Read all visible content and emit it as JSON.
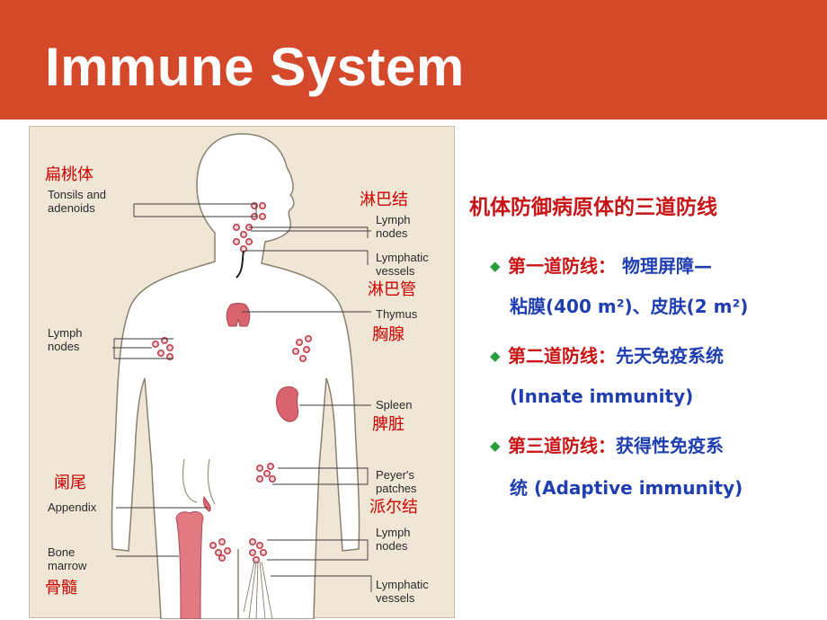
{
  "header": {
    "title": "Immune System",
    "bg_color": "#d3492a"
  },
  "figure": {
    "labels_en": {
      "tonsils": "Tonsils and\nadenoids",
      "lymph_nodes_neck": "Lymph\nnodes",
      "lymphatic_vessels_neck": "Lymphatic\nvessels",
      "thymus": "Thymus",
      "lymph_nodes_arm": "Lymph\nnodes",
      "spleen": "Spleen",
      "peyers": "Peyer's\npatches",
      "appendix": "Appendix",
      "bone_marrow": "Bone\nmarrow",
      "lymph_nodes_groin": "Lymph\nnodes",
      "lymphatic_vessels_leg": "Lymphatic\nvessels"
    },
    "labels_cn": {
      "tonsils": "扁桃体",
      "lymph_nodes": "淋巴结",
      "lymphatic_vessels": "淋巴管",
      "thymus": "胸腺",
      "spleen": "脾脏",
      "appendix": "阑尾",
      "peyers": "派尔结",
      "bone_marrow": "骨髓"
    }
  },
  "content": {
    "title": "机体防御病原体的三道防线",
    "lines": [
      {
        "label": "第一道防线：",
        "text": " 物理屏障—"
      },
      {
        "label": "",
        "text": "粘膜(400 m²)、皮肤(2 m²)"
      },
      {
        "label": "第二道防线：",
        "text": "先天免疫系统"
      },
      {
        "label": "",
        "text": "(Innate immunity)"
      },
      {
        "label": "第三道防线：",
        "text": "获得性免疫系"
      },
      {
        "label": "",
        "text": "统 (Adaptive immunity)"
      }
    ]
  },
  "colors": {
    "accent_red": "#c81414",
    "text_blue": "#1f3fb0",
    "bullet_green": "#2a9e3e",
    "organ_pink": "#d9636f"
  }
}
